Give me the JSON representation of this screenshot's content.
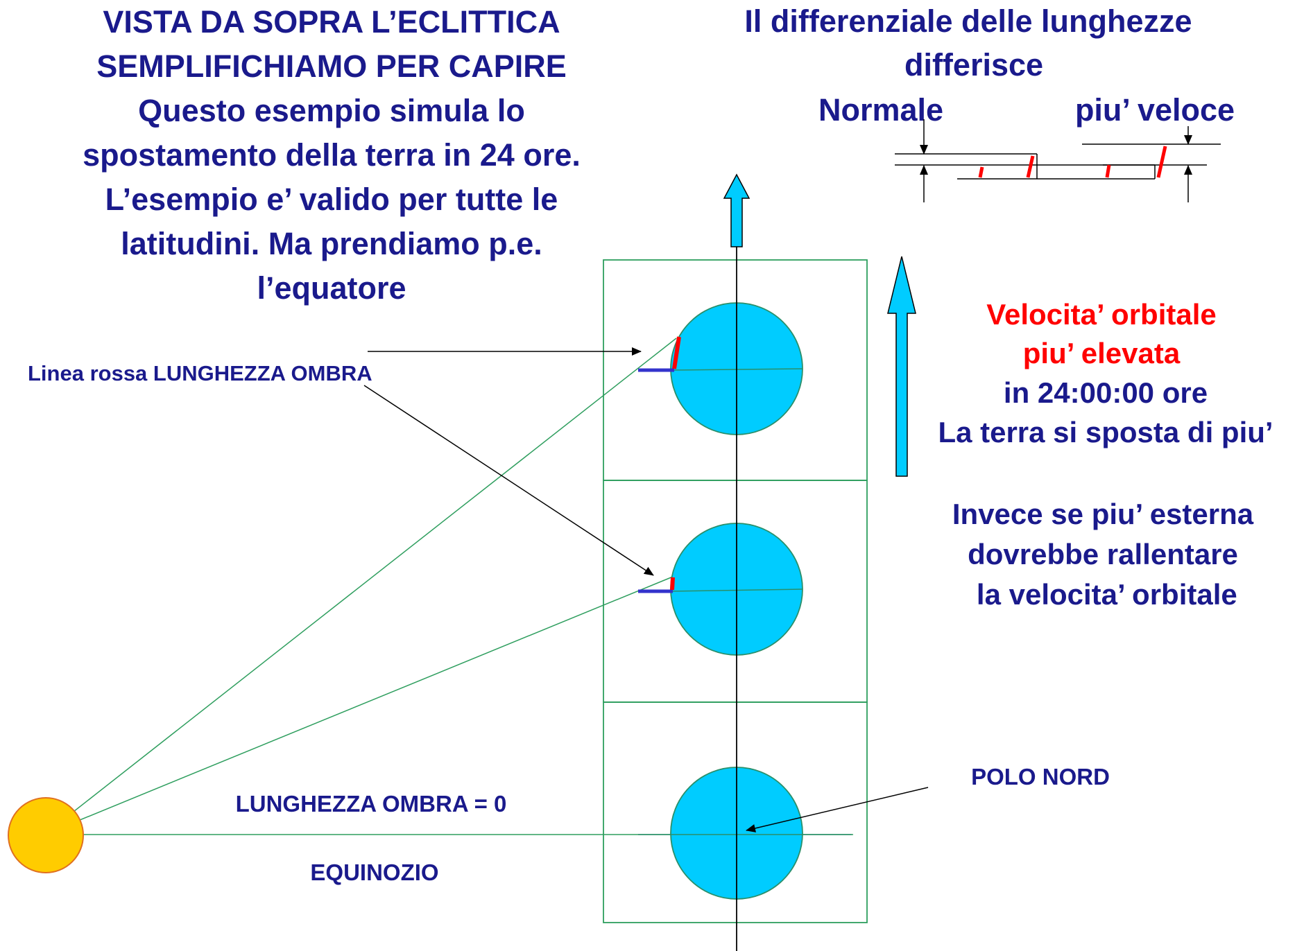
{
  "title_left": [
    "VISTA DA SOPRA L’ECLITTICA",
    "SEMPLIFICHIAMO PER CAPIRE",
    "Questo esempio simula lo",
    "spostamento della terra in 24 ore.",
    "L’esempio e’ valido per tutte le",
    "latitudini. Ma prendiamo p.e.",
    "l’equatore"
  ],
  "title_right": [
    "Il differenziale delle lunghezze",
    "differisce"
  ],
  "label_normale": "Normale",
  "label_veloce": "piu’ veloce",
  "label_linea_rossa": "Linea rossa LUNGHEZZA OMBRA",
  "velocita_red": [
    "Velocita’ orbitale",
    "piu’ elevata"
  ],
  "velocita_navy": [
    "in 24:00:00 ore",
    "La terra si sposta di piu’"
  ],
  "invece": [
    "Invece se piu’ esterna",
    "dovrebbe rallentare",
    " la velocita’ orbitale"
  ],
  "label_polo_nord": "POLO NORD",
  "label_ombra_zero": "LUNGHEZZA OMBRA = 0",
  "label_equinozio": "EQUINOZIO",
  "colors": {
    "title_text": "#1a1a8c",
    "highlight_text": "#ff0000",
    "earth_fill": "#00ccff",
    "earth_stroke": "#2a8f6a",
    "sun_fill": "#ffcc00",
    "sun_stroke": "#e07020",
    "frame_line": "#2e9e5e",
    "shadow_red": "#ff0000",
    "shadow_blue": "#3333cc"
  }
}
